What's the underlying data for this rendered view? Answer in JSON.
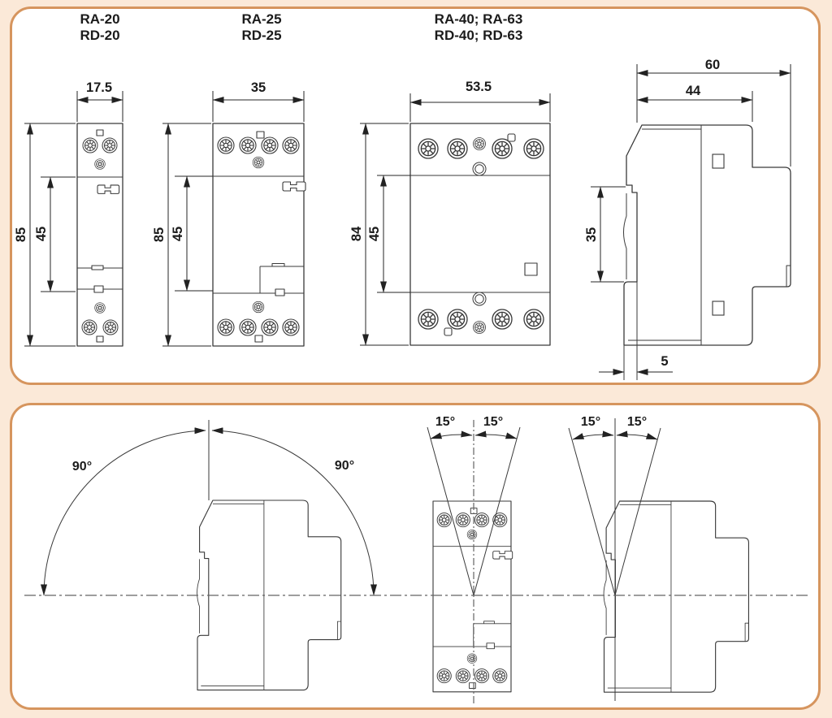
{
  "colors": {
    "background": "#fbe9d8",
    "panel_border": "#d6955e",
    "panel_background": "#ffffff",
    "line": "#3a3a3a",
    "text": "#1b1b1b"
  },
  "top_panel": {
    "drawings": [
      {
        "label_line1": "RA-20",
        "label_line2": "RD-20",
        "width": "17.5",
        "height": "85",
        "inner_height": "45"
      },
      {
        "label_line1": "RA-25",
        "label_line2": "RD-25",
        "width": "35",
        "height": "85",
        "inner_height": "45"
      },
      {
        "label_line1": "RA-40; RA-63",
        "label_line2": "RD-40; RD-63",
        "width": "53.5",
        "height": "84",
        "inner_height": "45"
      },
      {
        "view": "side",
        "overall_width": "60",
        "body_width": "44",
        "rail_height": "35",
        "rail_offset": "5"
      }
    ]
  },
  "bottom_panel": {
    "figures": [
      {
        "type": "side-view-rotation",
        "left_angle": "90°",
        "right_angle": "90°"
      },
      {
        "type": "front-view-tilt",
        "left_angle": "15°",
        "right_angle": "15°"
      },
      {
        "type": "side-view-tilt",
        "left_angle": "15°",
        "right_angle": "15°"
      }
    ]
  }
}
